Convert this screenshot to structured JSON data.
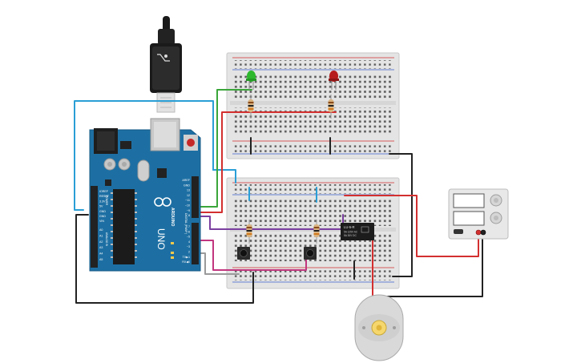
{
  "arduino": {
    "brand": "ARDUINO",
    "model": "UNO",
    "header_top_labels": [
      "AREF",
      "GND",
      "13",
      "12",
      "~11",
      "~10",
      "~9",
      "8"
    ],
    "header_bottom_labels": [
      "7",
      "~6",
      "~5",
      "4",
      "~3",
      "2",
      "TX▶1",
      "RX◀0"
    ],
    "digital_label": "DIGITAL (PWM~)",
    "power_labels": [
      "IOREF",
      "RESET",
      "3.3V",
      "5V",
      "GND",
      "GND",
      "VIN"
    ],
    "analog_labels": [
      "A0",
      "A1",
      "A2",
      "A3",
      "A4",
      "A5"
    ],
    "power_title": "POWER",
    "analog_title": "ANALOG IN"
  },
  "relay": {
    "line1": "LU-5-R",
    "line2": "5A 125V AC",
    "line3": "5A 30V DC"
  },
  "components": {
    "led_left_color": "#2db82d",
    "led_right_color": "#b71c1c",
    "board_color": "#1d6fa3",
    "wire_red": "#d32f2f",
    "wire_black": "#222222",
    "wire_blue": "#2a9fd6",
    "wire_green": "#3aa63a",
    "wire_purple": "#7b3fa0",
    "wire_magenta": "#c2367f",
    "wire_grey": "#9a9a9a"
  }
}
